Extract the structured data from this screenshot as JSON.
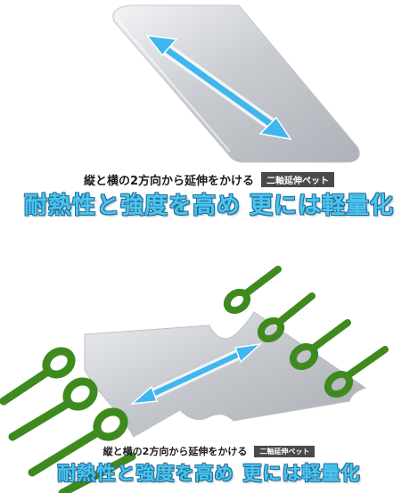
{
  "top": {
    "caption": "縦と横の2方向から延伸をかける",
    "tag": "二軸延伸ペット",
    "headline_part1": "耐熱性と強度を高め",
    "headline_part2": "更には軽量化"
  },
  "bottom": {
    "caption": "縦と横の2方向から延伸をかける",
    "tag": "二軸延伸ペット",
    "headline_part1": "耐熱性と強度を高め",
    "headline_part2": "更には軽量化"
  },
  "colors": {
    "arrow": "#3fb6ee",
    "film": "#d6d8dc",
    "clip": "#3f8a1f",
    "headline": "#4bc4ee"
  }
}
